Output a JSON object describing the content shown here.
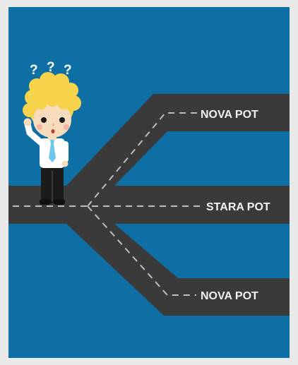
{
  "question_marks": [
    "?",
    "?",
    "?"
  ],
  "roads": {
    "top_label": "NOVA POT",
    "middle_label": "STARA POT",
    "bottom_label": "NOVA POT"
  },
  "colors": {
    "background": "#0d6fa4",
    "road": "#3a3a3a",
    "dash": "#bdbdbd",
    "label_text": "#f2f2f2",
    "hair": "#f6d34a",
    "skin": "#f6dcbd",
    "shirt": "#ffffff",
    "tie": "#6ec7ea",
    "pants": "#1b1b1b"
  }
}
